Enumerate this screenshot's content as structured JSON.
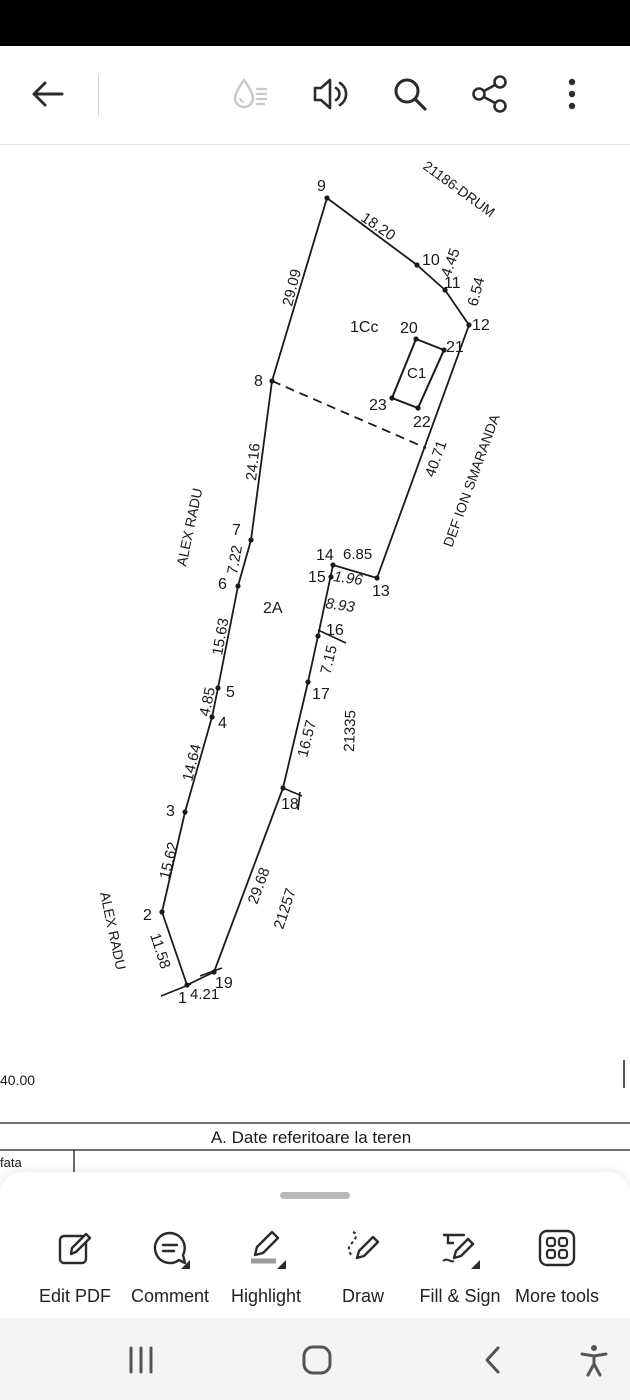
{
  "appbar": {
    "icons": [
      "back-arrow-icon",
      "liquid-mode-icon",
      "read-aloud-icon",
      "search-icon",
      "share-icon",
      "more-options-icon"
    ]
  },
  "document": {
    "points": [
      {
        "id": "1",
        "label": "1"
      },
      {
        "id": "2",
        "label": "2"
      },
      {
        "id": "3",
        "label": "3"
      },
      {
        "id": "4",
        "label": "4"
      },
      {
        "id": "5",
        "label": "5"
      },
      {
        "id": "6",
        "label": "6"
      },
      {
        "id": "7",
        "label": "7"
      },
      {
        "id": "8",
        "label": "8"
      },
      {
        "id": "9",
        "label": "9"
      },
      {
        "id": "10",
        "label": "10"
      },
      {
        "id": "11",
        "label": "11"
      },
      {
        "id": "12",
        "label": "12"
      },
      {
        "id": "13",
        "label": "13"
      },
      {
        "id": "14",
        "label": "14"
      },
      {
        "id": "15",
        "label": "15"
      },
      {
        "id": "16",
        "label": "16"
      },
      {
        "id": "17",
        "label": "17"
      },
      {
        "id": "18",
        "label": "18"
      },
      {
        "id": "19",
        "label": "19"
      },
      {
        "id": "20",
        "label": "20"
      },
      {
        "id": "21",
        "label": "21"
      },
      {
        "id": "22",
        "label": "22"
      },
      {
        "id": "23",
        "label": "23"
      }
    ],
    "distances": [
      "18.20",
      "4.45",
      "6.54",
      "40.71",
      "6.85",
      "1.96",
      "8.93",
      "7.15",
      "16.57",
      "29.68",
      "4.21",
      "11.58",
      "15.62",
      "14.64",
      "4.85",
      "15.63",
      "7.22",
      "24.16",
      "29.09"
    ],
    "zones": {
      "zone_1cc": "1Cc",
      "zone_2a": "2A",
      "building": "C1"
    },
    "neighbors": {
      "top_right": "21186-DRUM",
      "right": "DEF ION SMARANDA",
      "left": "ALEX RADU",
      "bottom_left": "ALEX RADU",
      "inner": "21335",
      "bottom": "21257"
    },
    "scale_left": "40.00",
    "section_title": "A. Date referitoare la teren",
    "table_cut_text": "fata"
  },
  "toolbar": {
    "items": [
      {
        "label": "Edit PDF",
        "icon": "edit-pdf-icon"
      },
      {
        "label": "Comment",
        "icon": "comment-icon"
      },
      {
        "label": "Highlight",
        "icon": "highlight-icon"
      },
      {
        "label": "Draw",
        "icon": "draw-icon"
      },
      {
        "label": "Fill & Sign",
        "icon": "fill-sign-icon"
      },
      {
        "label": "More tools",
        "icon": "more-tools-icon"
      }
    ]
  },
  "navbar": {
    "icons": [
      "recent-apps-icon",
      "home-icon",
      "nav-back-icon",
      "accessibility-icon"
    ]
  },
  "colors": {
    "ink": "#1a1a1a",
    "icon": "#2b2b2b",
    "muted_icon": "#c8c8c8",
    "status_bar": "#000000",
    "nav_bar": "#f4f4f4"
  }
}
